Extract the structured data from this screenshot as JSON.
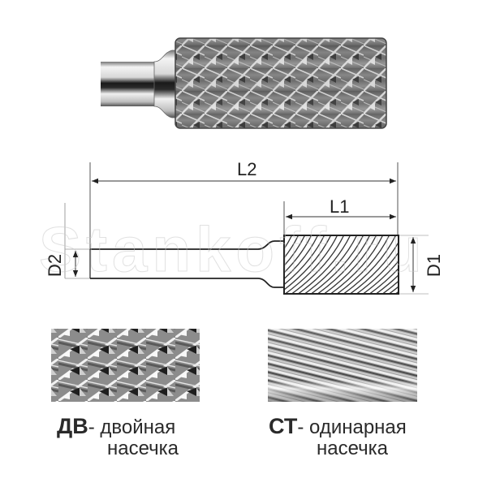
{
  "photo": {
    "name": "cylindrical carbide burr photo",
    "cut": "double cut"
  },
  "drawing": {
    "labels": {
      "L2": "L2",
      "L1": "L1",
      "D1": "D1",
      "D2": "D2"
    },
    "watermark": "Stankoff.ru"
  },
  "legend": [
    {
      "code": "ДВ",
      "separator": "- ",
      "line1": "двойная",
      "line2": "насечка"
    },
    {
      "code": "СТ",
      "separator": "- ",
      "line1": "одинарная",
      "line2": "насечка"
    }
  ],
  "colors": {
    "line": "#333333",
    "text": "#2a2a2a",
    "metal_dark": "#3a3a3a",
    "metal_light": "#e8e8e8",
    "background": "#ffffff"
  }
}
